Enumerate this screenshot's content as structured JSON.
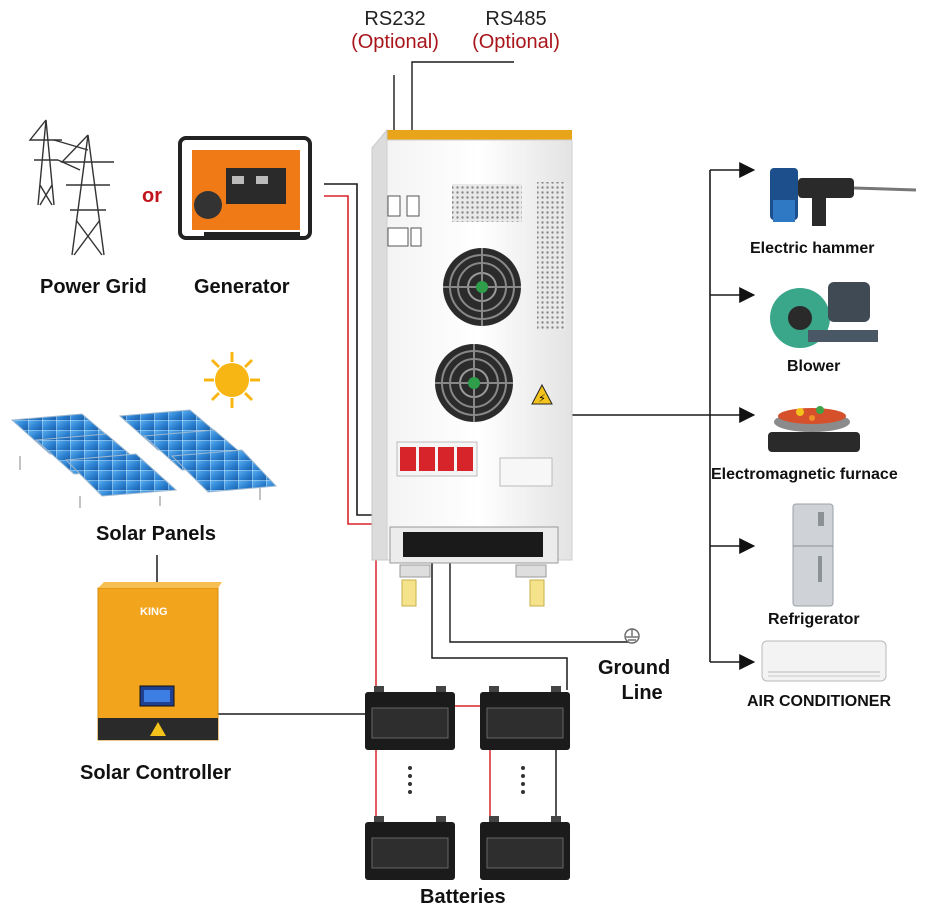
{
  "ports": {
    "rs232": {
      "name": "RS232",
      "note": "(Optional)"
    },
    "rs485": {
      "name": "RS485",
      "note": "(Optional)"
    }
  },
  "sources": {
    "power_grid": "Power Grid",
    "or_word": "or",
    "generator": "Generator",
    "solar_panels": "Solar Panels",
    "solar_controller": "Solar Controller",
    "controller_brand": "KING"
  },
  "ground": {
    "line1": "Ground",
    "line2": "Line"
  },
  "batteries": {
    "label": "Batteries"
  },
  "loads": [
    {
      "label": "Electric hammer",
      "icon": "electric-hammer-icon"
    },
    {
      "label": "Blower",
      "icon": "blower-icon"
    },
    {
      "label": "Electromagnetic furnace",
      "icon": "furnace-icon"
    },
    {
      "label": "Refrigerator",
      "icon": "refrigerator-icon"
    },
    {
      "label": "AIR CONDITIONER",
      "icon": "air-conditioner-icon"
    }
  ],
  "colors": {
    "wire_ac": "#d7242b",
    "wire_neutral": "#1a1a1a",
    "inverter_body": "#eeeeee",
    "inverter_top_stripe": "#f2b31a",
    "controller_body": "#f3a41d",
    "generator_orange": "#f07a16",
    "panel_blue": "#2a7fd0",
    "sun": "#f8b614",
    "battery": "#1b1b1b",
    "optional_text": "#a8151b"
  }
}
